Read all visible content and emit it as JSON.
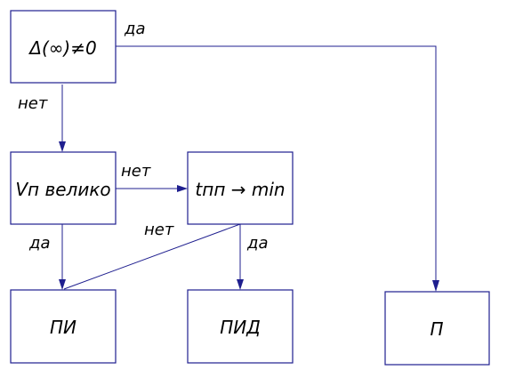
{
  "nodes": {
    "delta": "Δ(∞)≠0",
    "vp": "Vп велико",
    "tpp": "tпп → min",
    "pi": "ПИ",
    "pid": "ПИД",
    "p": "П"
  },
  "edges": {
    "delta_to_p": "да",
    "delta_to_vp": "нет",
    "vp_to_tpp": "нет",
    "vp_to_pi": "да",
    "tpp_to_pi": "нет",
    "tpp_to_pid": "да"
  },
  "colors": {
    "line": "#1f1f8f",
    "text": "#000000"
  }
}
